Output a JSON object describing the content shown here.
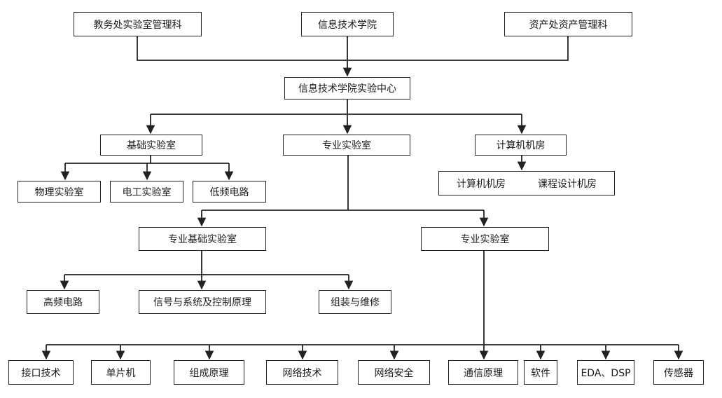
{
  "top": {
    "jiaowu": "教务处实验室管理科",
    "xinxi": "信息技术学院",
    "zichan": "资产处资产管理科"
  },
  "center": "信息技术学院实验中心",
  "level2": {
    "jichu": "基础实验室",
    "zhuanye": "专业实验室",
    "jisuanji": "计算机机房"
  },
  "jichu_children": [
    "物理实验室",
    "电工实验室",
    "低频电路"
  ],
  "jisuanji_children": [
    "计算机机房",
    "课程设计机房"
  ],
  "level3": {
    "zhuanye_jichu": "专业基础实验室",
    "zhuanye": "专业实验室"
  },
  "zhuanye_jichu_children": [
    "高频电路",
    "信号与系统及控制原理",
    "组装与维修"
  ],
  "zhuanye_children": [
    "接口技术",
    "单片机",
    "组成原理",
    "网络技术",
    "网络安全",
    "通信原理",
    "软件",
    "EDA、DSP",
    "传感器"
  ]
}
